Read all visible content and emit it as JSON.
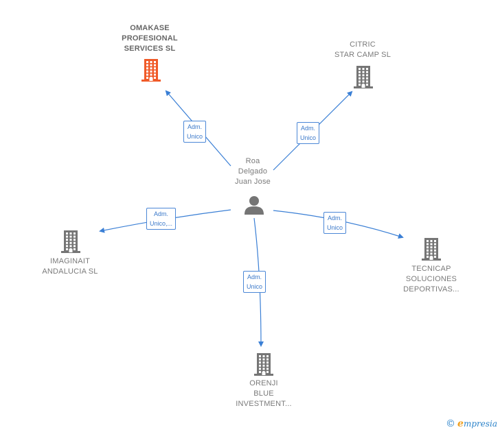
{
  "center": {
    "lines": [
      "Roa",
      "Delgado",
      "Juan Jose"
    ],
    "icon": "person-icon"
  },
  "companies": [
    {
      "id": "omakase",
      "lines": [
        "OMAKASE",
        "PROFESIONAL",
        "SERVICES  SL"
      ],
      "color": "#f05a28",
      "icon": "building-icon"
    },
    {
      "id": "citric",
      "lines": [
        "CITRIC",
        "STAR CAMP  SL"
      ],
      "color": "#757575",
      "icon": "building-icon"
    },
    {
      "id": "imaginait",
      "lines": [
        "IMAGINAIT",
        "ANDALUCIA  SL"
      ],
      "color": "#757575",
      "icon": "building-icon"
    },
    {
      "id": "tecnicap",
      "lines": [
        "TECNICAP",
        "SOLUCIONES",
        "DEPORTIVAS..."
      ],
      "color": "#757575",
      "icon": "building-icon"
    },
    {
      "id": "orenji",
      "lines": [
        "ORENJI",
        "BLUE",
        "INVESTMENT..."
      ],
      "color": "#757575",
      "icon": "building-icon"
    }
  ],
  "edges": [
    {
      "to": "omakase",
      "label": [
        "Adm.",
        "Unico"
      ]
    },
    {
      "to": "citric",
      "label": [
        "Adm.",
        "Unico"
      ]
    },
    {
      "to": "imaginait",
      "label": [
        "Adm.",
        "Unico,..."
      ]
    },
    {
      "to": "tecnicap",
      "label": [
        "Adm.",
        "Unico"
      ]
    },
    {
      "to": "orenji",
      "label": [
        "Adm.",
        "Unico"
      ]
    }
  ],
  "colors": {
    "edge": "#3a7fd5",
    "person": "#757575"
  },
  "watermark": {
    "symbol": "©",
    "brand_initial": "e",
    "brand_rest": "mpresia"
  }
}
